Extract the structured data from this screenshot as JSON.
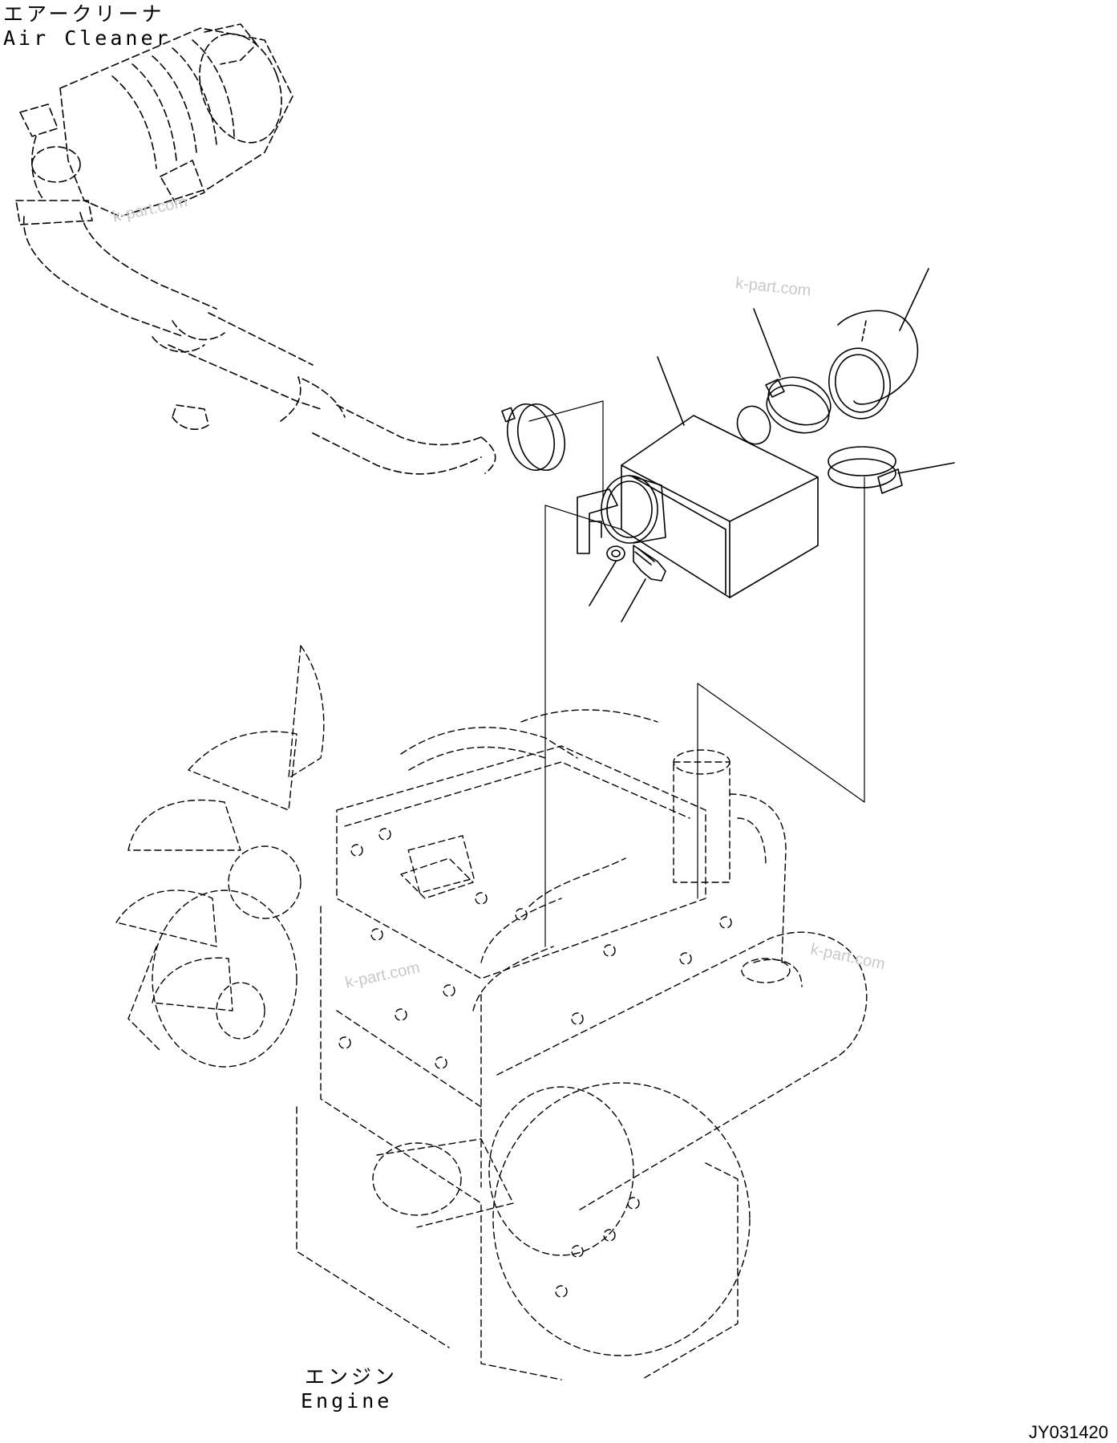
{
  "labels": {
    "air_cleaner_jp": "エアークリーナ",
    "air_cleaner_en": "Air Cleaner",
    "engine_jp": "エンジン",
    "engine_en": "Engine"
  },
  "drawing_code": "JY031420",
  "watermark": "k-part.com",
  "colors": {
    "line": "#000000",
    "watermark": "#c8c8c8",
    "background": "#ffffff"
  }
}
